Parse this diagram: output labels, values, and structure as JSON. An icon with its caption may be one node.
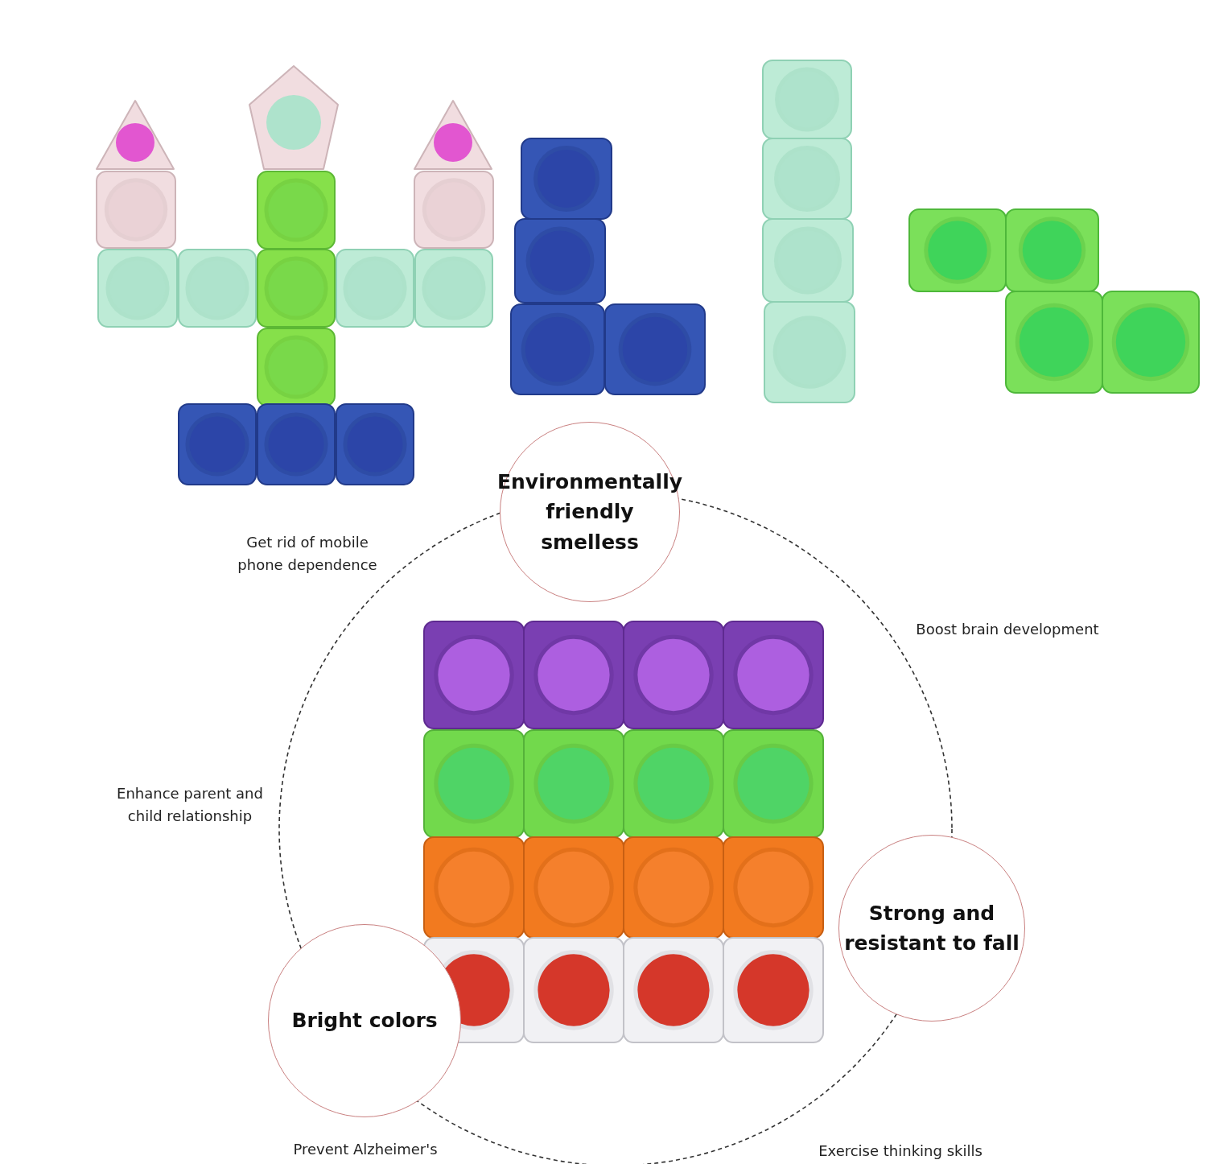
{
  "diagram": {
    "nodes": [
      {
        "text": [
          "Environmentally friendly smelless"
        ]
      },
      {
        "text": [
          "Strong and resistant to fall"
        ]
      },
      {
        "text": [
          "Bright colors"
        ]
      }
    ],
    "edges": [],
    "labels": [
      "Get rid of mobile phone dependence",
      "Boost brain development",
      "Enhance parent and child relationship",
      "Prevent Alzheimer's",
      "Exercise thinking skills"
    ]
  }
}
